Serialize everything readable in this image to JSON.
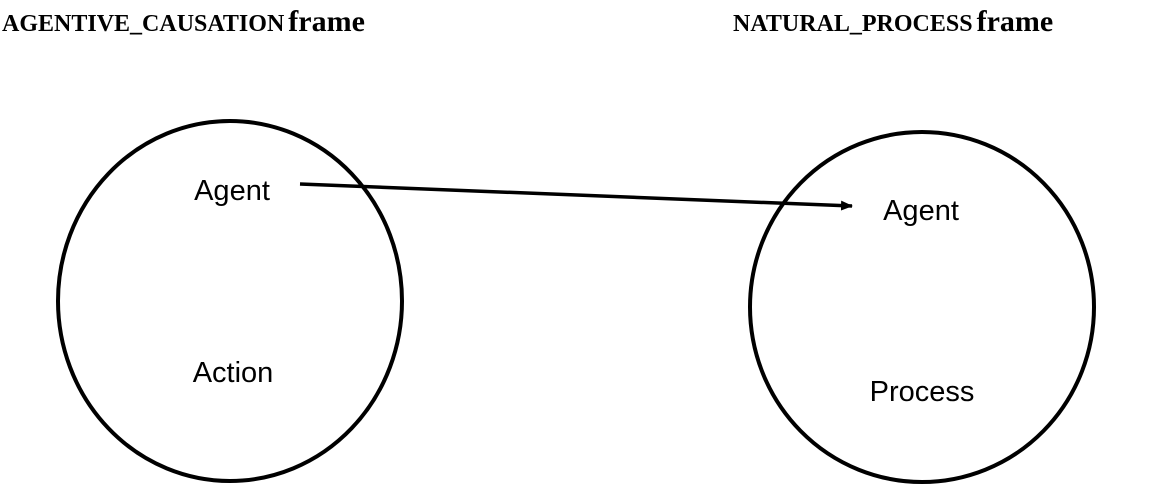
{
  "frames": [
    {
      "name": "AGENTIVE_CAUSATION",
      "suffix": "frame",
      "elements": [
        "Agent",
        "Action"
      ]
    },
    {
      "name": "NATURAL_PROCESS",
      "suffix": "frame",
      "elements": [
        "Agent",
        "Process"
      ]
    }
  ],
  "colors": {
    "stroke": "#000000",
    "background": "#ffffff"
  }
}
